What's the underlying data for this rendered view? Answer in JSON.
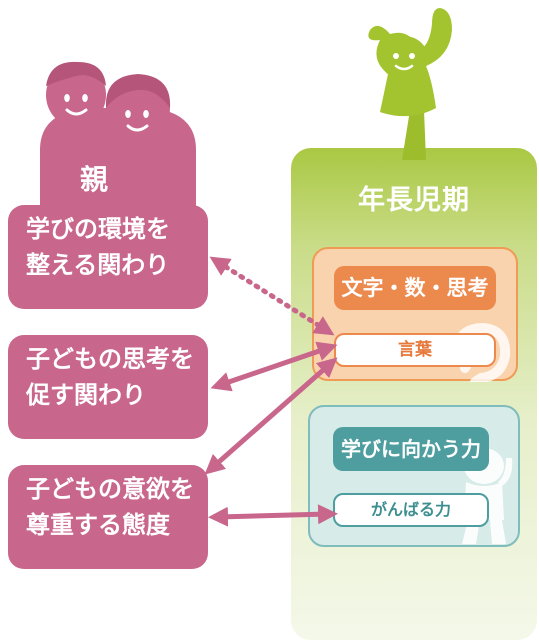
{
  "parent": {
    "label": "親"
  },
  "period": {
    "title": "年長児期"
  },
  "categories": [
    {
      "label": "文字・数・思考",
      "sub": "言葉"
    },
    {
      "label": "学びに向かう力",
      "sub": "がんばる力"
    }
  ],
  "parent_roles": [
    {
      "line1": "学びの環境を",
      "line2": "整える関わり"
    },
    {
      "line1": "子どもの思考を",
      "line2": "促す関わり"
    },
    {
      "line1": "子どもの意欲を",
      "line2": "尊重する態度"
    }
  ],
  "colors": {
    "pink": "#c8668c",
    "green": "#aac843",
    "orange": "#ec8a4e",
    "teal": "#4e9ea0",
    "arrow": "#c8668c"
  }
}
